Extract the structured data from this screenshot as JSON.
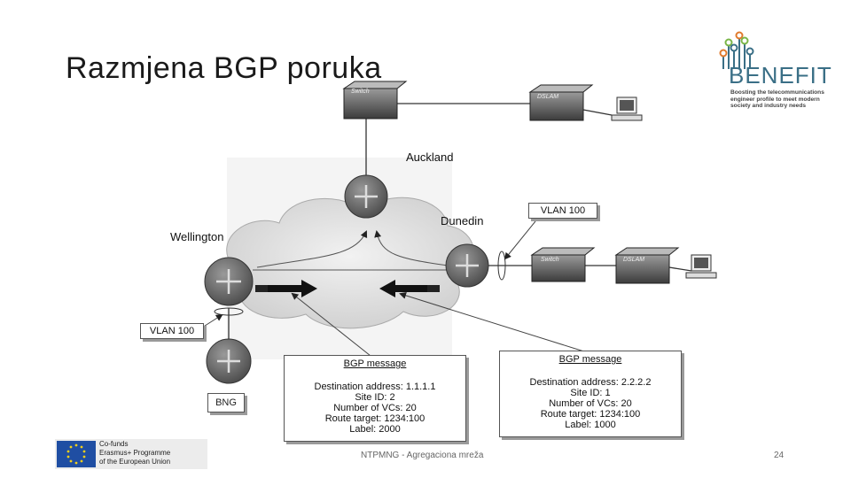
{
  "slide": {
    "title": "Razmjena BGP poruka",
    "footer_text": "NTPMNG - Agregaciona mreža",
    "page_number": "24"
  },
  "logo": {
    "name": "BENEFIT",
    "tagline": "Boosting the telecommunications engineer profile to meet modern society and industry needs"
  },
  "eu_badge": {
    "text_line1": "Co-funds",
    "text_line2": "Erasmus+ Programme",
    "text_line3": "of the European Union"
  },
  "diagram": {
    "nodes": {
      "auckland": "Auckland",
      "dunedin": "Dunedin",
      "wellington": "Wellington",
      "bng": "BNG"
    },
    "devices": {
      "switch": "Switch",
      "dslam": "DSLAM"
    },
    "vlan_top": "VLAN 100",
    "vlan_left": "VLAN 100",
    "bgp_message_left": {
      "title": "BGP message",
      "lines": [
        "Destination address: 1.1.1.1",
        "Site ID: 2",
        "Number of VCs: 20",
        "Route target: 1234:100",
        "Label: 2000"
      ]
    },
    "bgp_message_right": {
      "title": "BGP message",
      "lines": [
        "Destination address: 2.2.2.2",
        "Site ID: 1",
        "Number of VCs: 20",
        "Route target: 1234:100",
        "Label: 1000"
      ]
    }
  },
  "colors": {
    "cloud": "#e6e6e6",
    "router": "#6a6a6a",
    "logo_blue": "#3a6f86"
  }
}
